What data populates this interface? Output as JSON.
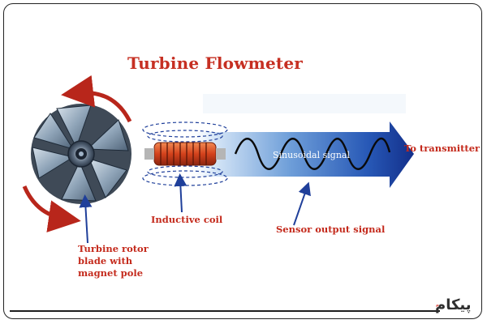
{
  "diagram": {
    "title": "Turbine Flowmeter",
    "signal_text": "Sinusoidal signal",
    "labels": {
      "to_transmitter": "To transmitter",
      "inductive_coil": "Inductive coil",
      "sensor_output": "Sensor output signal",
      "turbine_rotor_line1": "Turbine rotor",
      "turbine_rotor_line2": "blade with",
      "turbine_rotor_line3": "magnet pole"
    },
    "colors": {
      "title_red": "#c62f22",
      "arrow_blue": "#1a3d9e",
      "coil_orange": "#d7481f",
      "rotation_red": "#b8261b"
    }
  },
  "footer": {
    "brand": "پیکام",
    "brand_accent": "ٍ"
  }
}
